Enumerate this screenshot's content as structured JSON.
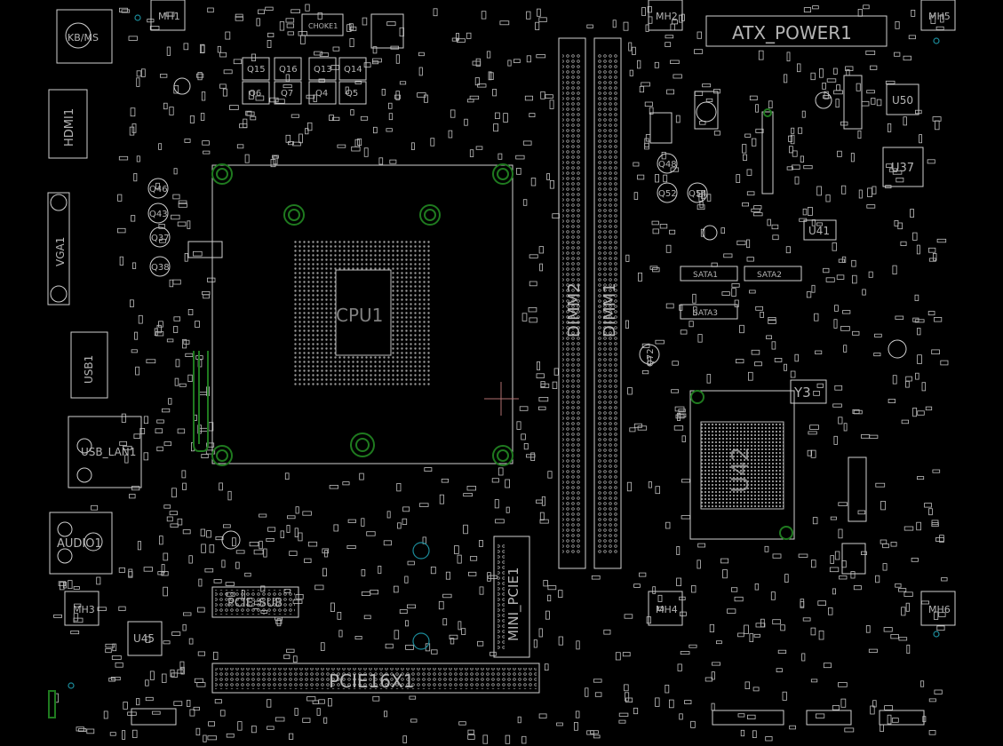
{
  "colors": {
    "background": "#000000",
    "outline": "#cfcfcf",
    "label": "#b4b4b4",
    "via_green": "#1f7a1f",
    "via_cyan": "#1b8a99",
    "crosshair": "#b07070"
  },
  "labels": {
    "ps2": "KB/MS",
    "hdmi": "HDMI1",
    "vga": "VGA1",
    "usb": "USB1",
    "usb_lan": "USB_LAN1",
    "audio": "AUDIO1",
    "atx": "ATX_POWER1",
    "cpu": "CPU1",
    "dimm2": "DIMM2",
    "dimm1": "DIMM1",
    "mini_pcie": "MINI_PCIE1",
    "pcie": "PCIE16X1",
    "pcie_sub": "PCIE_SUB",
    "u50": "U50",
    "u37": "U37",
    "u41": "U41",
    "u45": "U45",
    "u42": "U42",
    "y3": "Y3",
    "choke1": "CHOKE1",
    "mh1": "MH1",
    "mh2": "MH2",
    "mh3": "MH3",
    "mh4": "MH4",
    "mh5": "MH5",
    "mh6": "MH6",
    "q15": "Q15",
    "q16": "Q16",
    "q13": "Q13",
    "q14": "Q14",
    "q6": "Q6",
    "q7": "Q7",
    "q4": "Q4",
    "q5": "Q5",
    "q46": "Q46",
    "q43": "Q43",
    "q37": "Q37",
    "q38": "Q38",
    "q48": "Q48",
    "q52": "Q52",
    "q54": "Q54",
    "q72": "Q72",
    "sata1": "SATA1",
    "sata2": "SATA2",
    "sata3": "SATA3"
  }
}
